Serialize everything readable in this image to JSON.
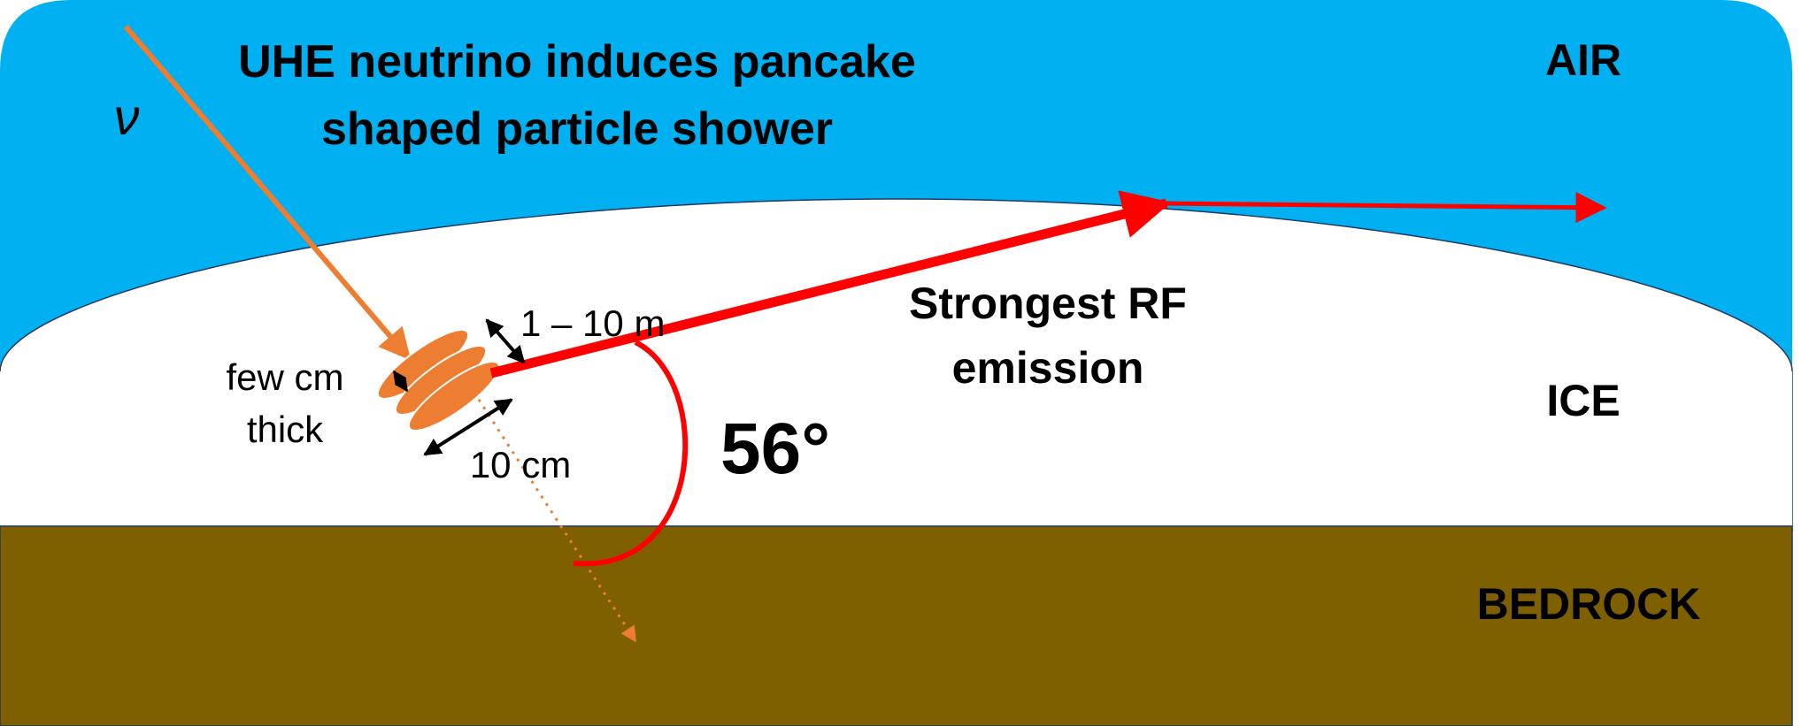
{
  "title_line1": "UHE neutrino induces pancake",
  "title_line2": "shaped particle shower",
  "neutrino_symbol": "ν",
  "regions": {
    "air": "AIR",
    "ice": "ICE",
    "bedrock": "BEDROCK"
  },
  "emission_line1": "Strongest RF",
  "emission_line2": "emission",
  "angle": "56°",
  "shower_length": "1 – 10 m",
  "thickness_line1": "few cm",
  "thickness_line2": "thick",
  "width": "10 cm",
  "colors": {
    "air": "#00b0f0",
    "ice": "#ffffff",
    "bedrock": "#7f6000",
    "neutrino": "#ed7d31",
    "rf": "#ff0000"
  }
}
